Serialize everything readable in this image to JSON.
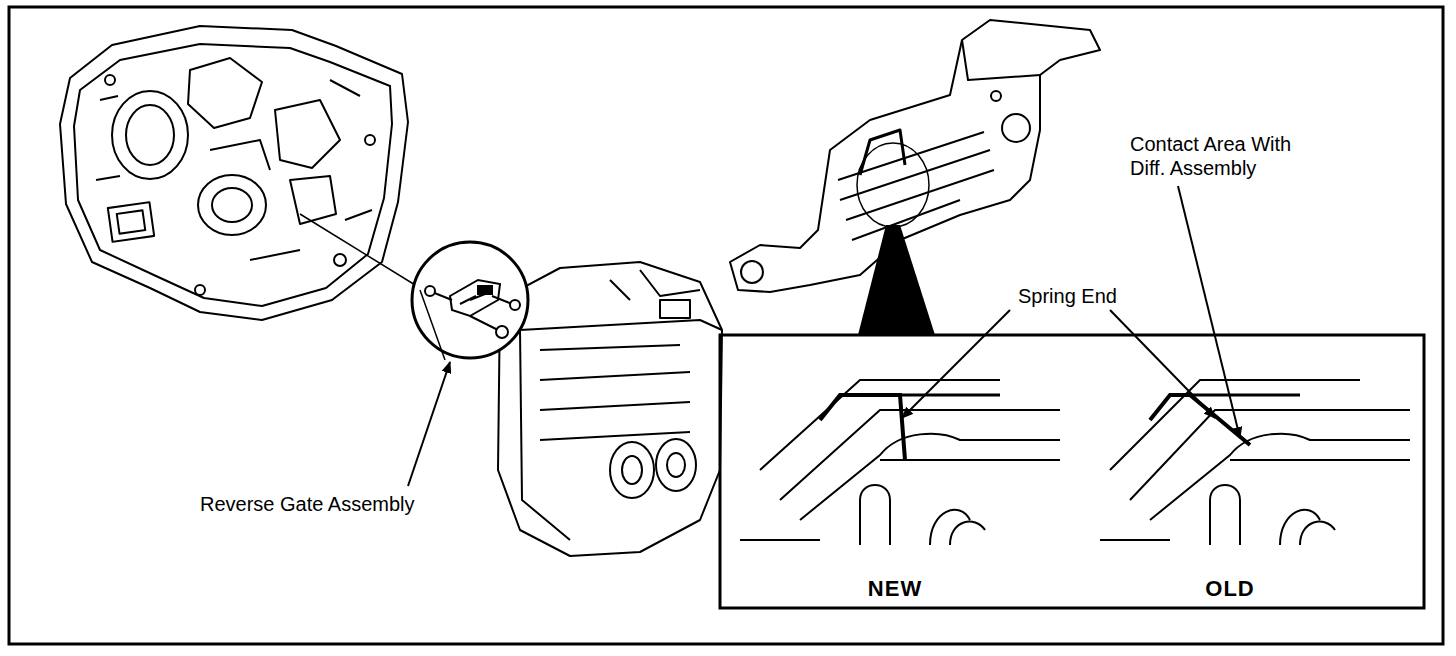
{
  "diagram": {
    "labels": [
      "Reverse Gate Assembly",
      "Spring End",
      "Contact Area With Diff. Assembly",
      "NEW",
      "OLD"
    ]
  }
}
